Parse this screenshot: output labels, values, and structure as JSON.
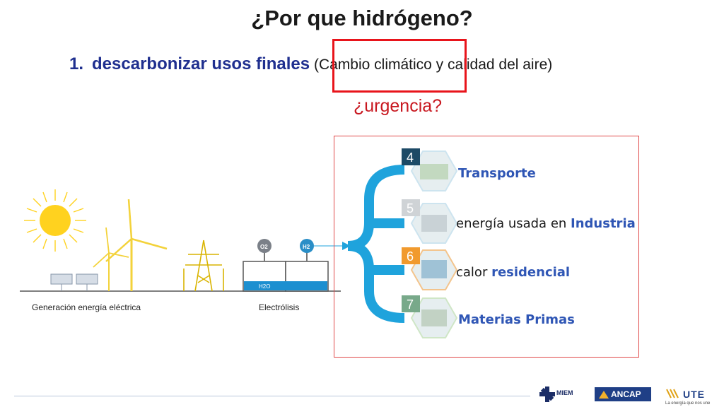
{
  "slide": {
    "title": "¿Por que hidrógeno?",
    "bullet": {
      "number": "1.",
      "main": "descarbonizar usos finales",
      "paren_open": " (",
      "highlight": "Cambio climático",
      "paren_rest": " y calidad del aire)"
    },
    "urgency": "¿urgencia?"
  },
  "diagram": {
    "generation_caption": "Generación energía eléctrica",
    "electrolysis_caption": "Electrólisis",
    "o2_label": "O2",
    "h2_label": "H2",
    "water_label": "H2O",
    "end_uses": [
      {
        "number": "4",
        "prefix": "",
        "highlight": "Transporte"
      },
      {
        "number": "5",
        "prefix": "energía usada en ",
        "highlight": "Industria"
      },
      {
        "number": "6",
        "prefix": "calor ",
        "highlight": "residencial"
      },
      {
        "number": "7",
        "prefix": "",
        "highlight": "Materias Primas"
      }
    ]
  },
  "footer": {
    "miem": "MIEM",
    "ancap": "ANCAP",
    "ute": "UTE",
    "ute_tagline": "La energía que nos une"
  },
  "colors": {
    "title": "#1a1a1a",
    "bullet_blue": "#1f2f8f",
    "highlight_red": "#e8141b",
    "urgency_red": "#c8171f",
    "pipe_blue": "#1fa3dc",
    "use_blue": "#2f56b5"
  }
}
